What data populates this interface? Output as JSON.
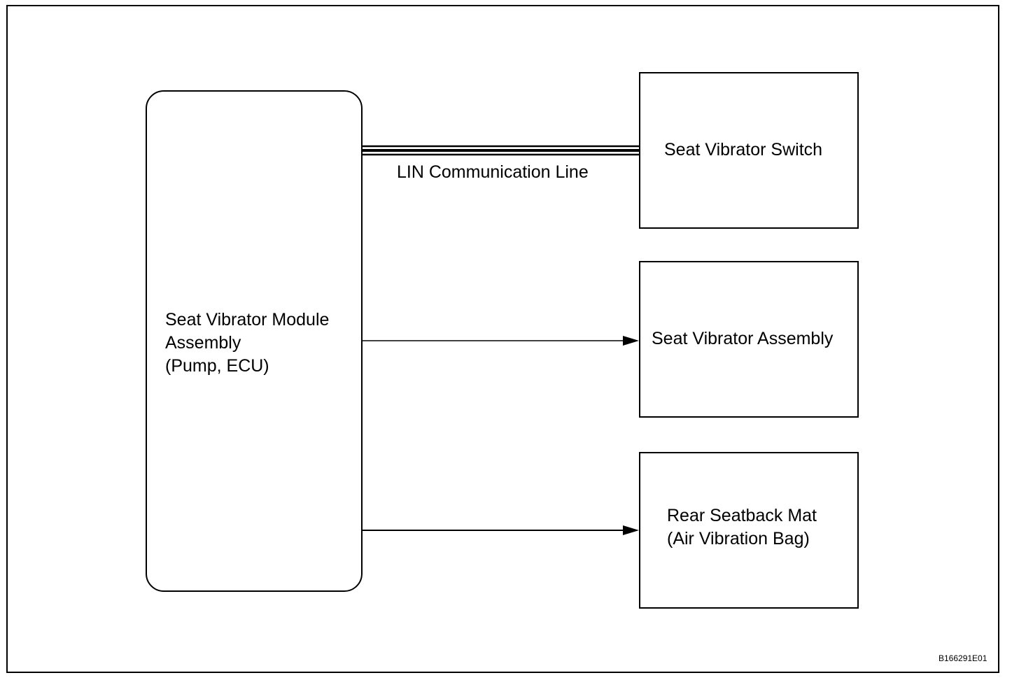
{
  "module": {
    "lines": [
      "Seat Vibrator Module",
      "Assembly",
      "(Pump, ECU)"
    ]
  },
  "components": [
    {
      "lines": [
        "Seat Vibrator Switch"
      ]
    },
    {
      "lines": [
        "Seat Vibrator Assembly"
      ]
    },
    {
      "lines": [
        "Rear Seatback Mat",
        "(Air Vibration Bag)"
      ]
    }
  ],
  "connections": {
    "lin_label": "LIN Communication Line"
  },
  "figure_id": "B166291E01"
}
